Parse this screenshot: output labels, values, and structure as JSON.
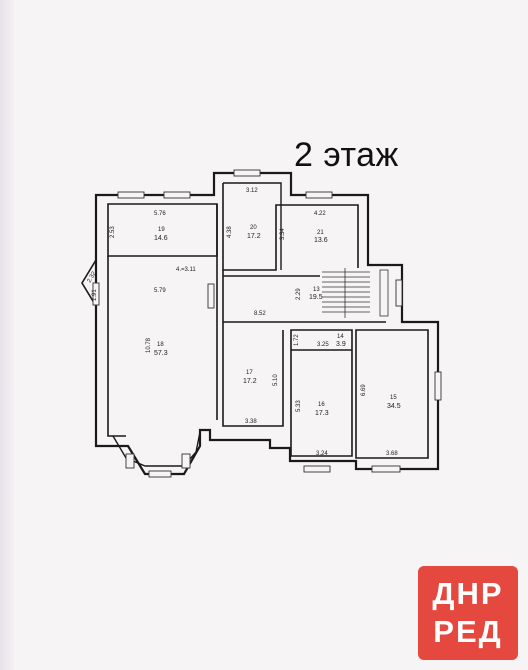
{
  "floor_title": "2 этаж",
  "rooms": [
    {
      "id": "room-19",
      "number": "19",
      "area": "14.6",
      "dims": [
        "5.76",
        "2.53"
      ]
    },
    {
      "id": "room-20",
      "number": "20",
      "area": "17.2",
      "dims": [
        "3.12",
        "4.38"
      ]
    },
    {
      "id": "room-21",
      "number": "21",
      "area": "13.6",
      "dims": [
        "4.22",
        "3.34"
      ]
    },
    {
      "id": "room-18",
      "number": "18",
      "area": "57.3",
      "dims": [
        "5.79",
        "10.78",
        "4.=3.11",
        "2.32",
        "1.91"
      ]
    },
    {
      "id": "room-13",
      "number": "13",
      "area": "19.5",
      "dims": [
        "2.29",
        "8.52"
      ]
    },
    {
      "id": "room-14",
      "number": "14",
      "area": "3.9",
      "dims": [
        "1.72",
        "3.25"
      ]
    },
    {
      "id": "room-17",
      "number": "17",
      "area": "17.2",
      "dims": [
        "5.10",
        "3.38"
      ]
    },
    {
      "id": "room-16",
      "number": "16",
      "area": "17.3",
      "dims": [
        "5.33",
        "3.24"
      ]
    },
    {
      "id": "room-15",
      "number": "15",
      "area": "34.5",
      "dims": [
        "6.69",
        "3.68"
      ]
    }
  ],
  "watermark": {
    "line1": "ДНР",
    "line2": "РЕД",
    "color": "#e4483e"
  }
}
